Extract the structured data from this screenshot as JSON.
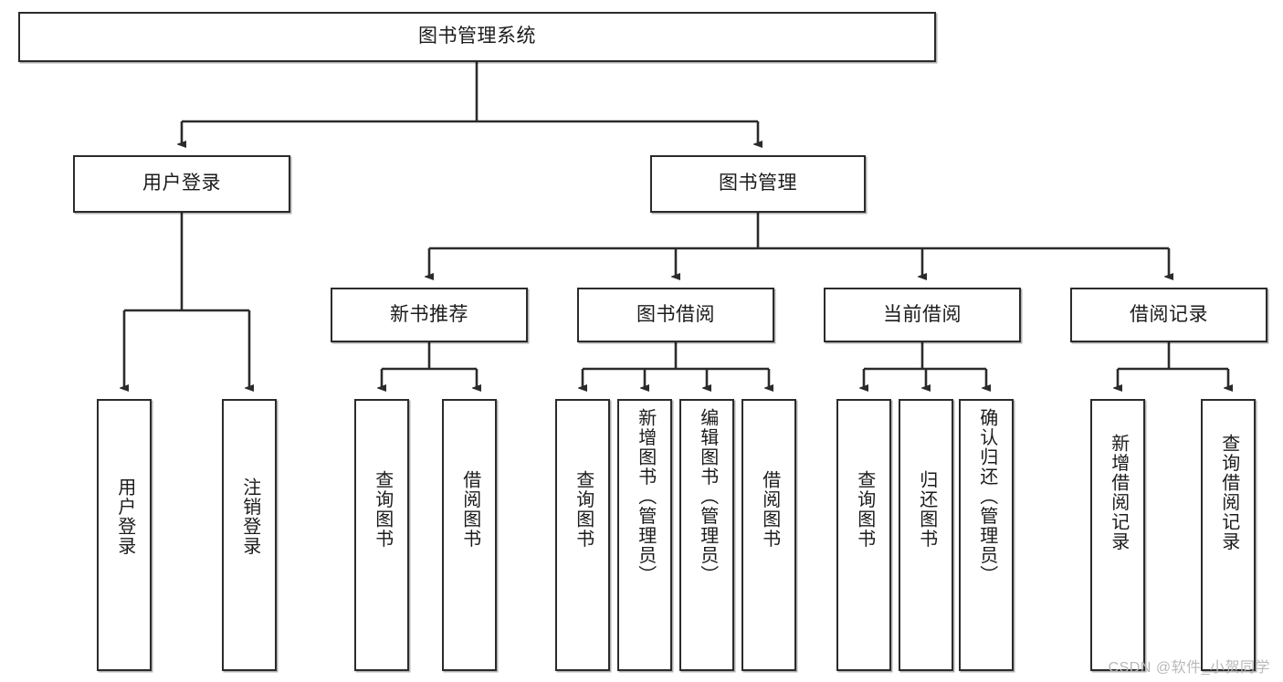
{
  "diagram": {
    "title": "图书管理系统",
    "type": "hierarchy-tree",
    "root": {
      "id": "root",
      "label": "图书管理系统"
    },
    "level1": [
      {
        "id": "user-login",
        "label": "用户登录"
      },
      {
        "id": "book-management",
        "label": "图书管理"
      }
    ],
    "level2": [
      {
        "id": "new-book-recommend",
        "label": "新书推荐",
        "parent": "book-management"
      },
      {
        "id": "book-borrow",
        "label": "图书借阅",
        "parent": "book-management"
      },
      {
        "id": "current-borrow",
        "label": "当前借阅",
        "parent": "book-management"
      },
      {
        "id": "borrow-record",
        "label": "借阅记录",
        "parent": "book-management"
      }
    ],
    "leaves": [
      {
        "id": "leaf-user-login",
        "label": "用户登录",
        "parent": "user-login"
      },
      {
        "id": "leaf-logout-login",
        "label": "注销登录",
        "parent": "user-login"
      },
      {
        "id": "leaf-query-book-1",
        "label": "查询图书",
        "parent": "new-book-recommend"
      },
      {
        "id": "leaf-borrow-book-1",
        "label": "借阅图书",
        "parent": "new-book-recommend"
      },
      {
        "id": "leaf-query-book-2",
        "label": "查询图书",
        "parent": "book-borrow"
      },
      {
        "id": "leaf-add-book",
        "label": "新增图书（管理员）",
        "parent": "book-borrow"
      },
      {
        "id": "leaf-edit-book",
        "label": "编辑图书（管理员）",
        "parent": "book-borrow"
      },
      {
        "id": "leaf-borrow-book-2",
        "label": "借阅图书",
        "parent": "book-borrow"
      },
      {
        "id": "leaf-query-book-3",
        "label": "查询图书",
        "parent": "current-borrow"
      },
      {
        "id": "leaf-return-book",
        "label": "归还图书",
        "parent": "current-borrow"
      },
      {
        "id": "leaf-confirm-return",
        "label": "确认归还（管理员）",
        "parent": "current-borrow"
      },
      {
        "id": "leaf-add-record",
        "label": "新增借阅记录",
        "parent": "borrow-record"
      },
      {
        "id": "leaf-query-record",
        "label": "查询借阅记录",
        "parent": "borrow-record"
      }
    ],
    "colors": {
      "box_border": "#2b2b2b",
      "box_fill": "#ffffff",
      "connector": "#2b2b2b",
      "text": "#1b1b1b",
      "watermark": "#b9b9b9"
    }
  },
  "watermark": {
    "text": "CSDN @软件_小贺同学"
  }
}
